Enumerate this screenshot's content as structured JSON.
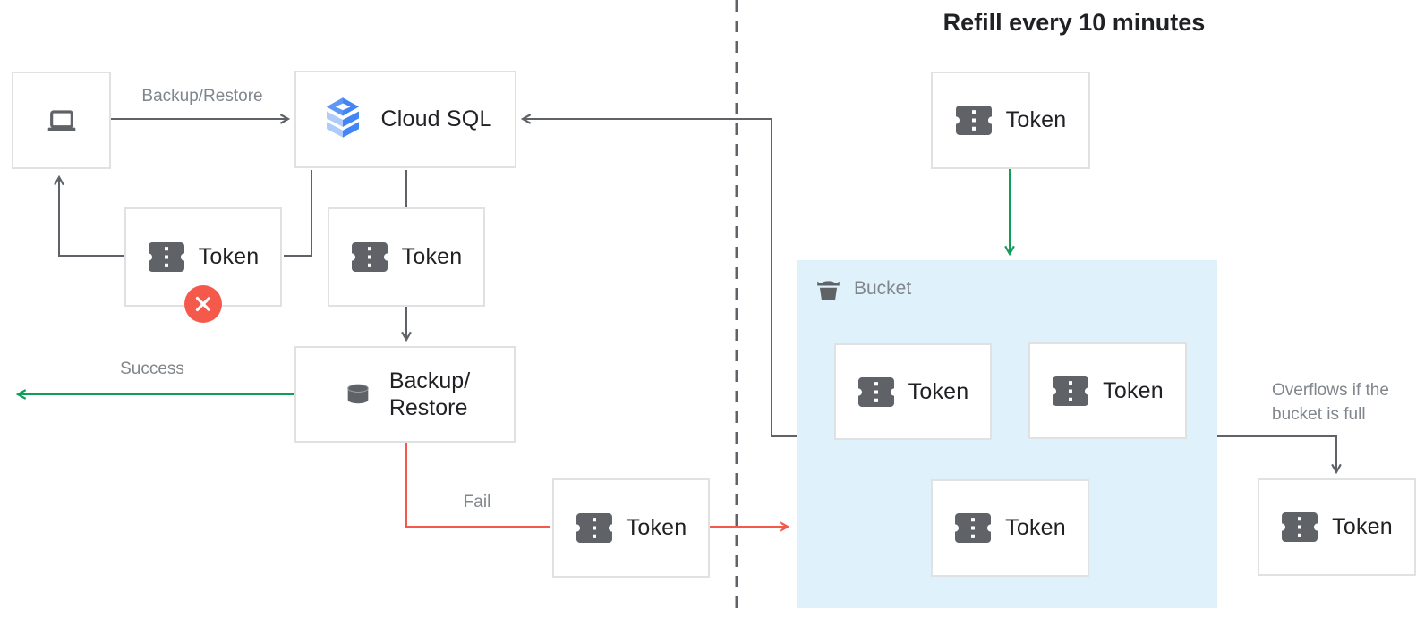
{
  "title": "Refill every 10 minutes",
  "labels": {
    "token": "Token",
    "cloud_sql": "Cloud SQL",
    "backup_restore_arrow": "Backup/Restore",
    "backup_line1": "Backup/",
    "backup_line2": "Restore",
    "success": "Success",
    "fail": "Fail",
    "bucket": "Bucket",
    "overflow_line1": "Overflows if the",
    "overflow_line2": "bucket is full"
  },
  "icons": [
    "laptop-icon",
    "cloud-sql-icon",
    "token-icon",
    "database-icon",
    "bucket-icon",
    "x-icon"
  ],
  "colors": {
    "green": "#0F9D58",
    "red": "#F4594B",
    "line": "#5F6368",
    "bucket_bg": "#DFF1FB",
    "border": "#E0E1E3",
    "text_dark": "#202124",
    "text_gray": "#80868B",
    "icon_gray": "#5F6368",
    "sql_blue": "#4285F4",
    "sql_light": "#AECBFA",
    "sql_mid": "#5E97F6"
  }
}
